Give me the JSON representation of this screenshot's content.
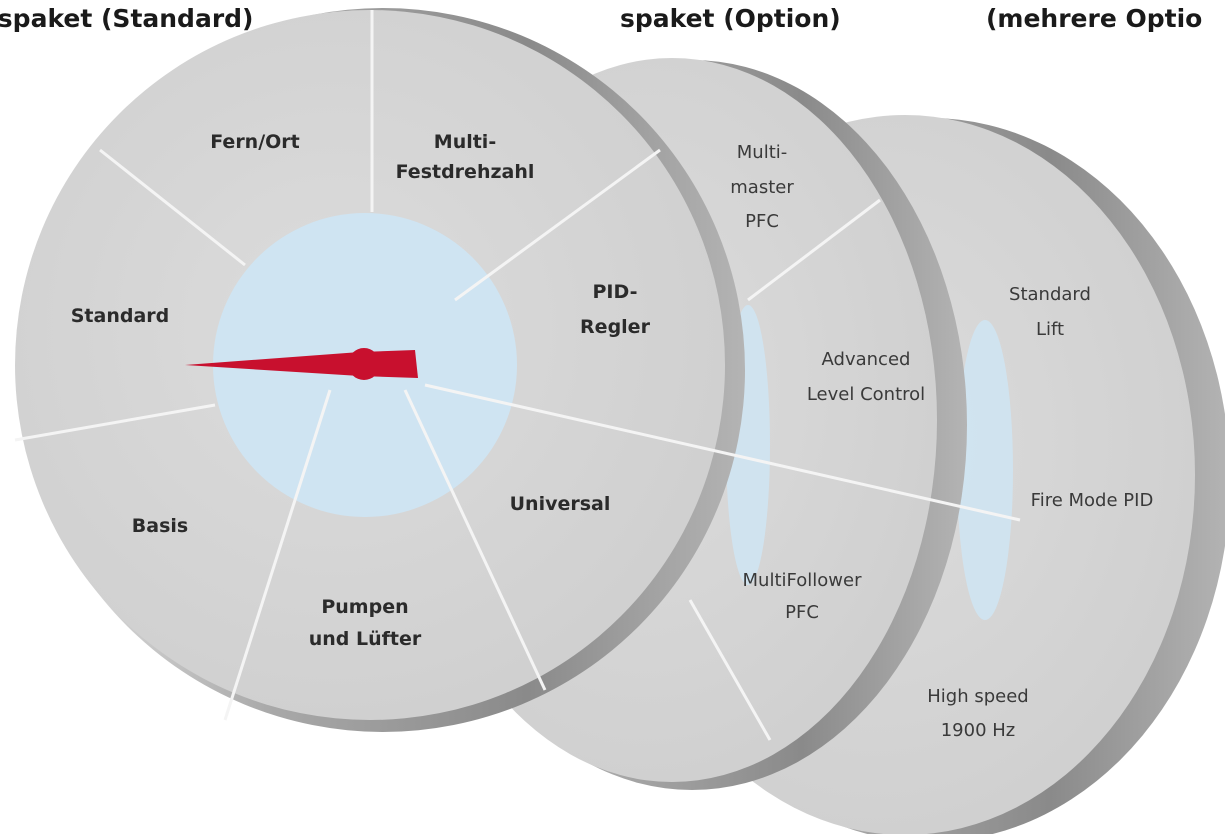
{
  "headers": {
    "left": "nspaket (Standard)",
    "middle": "spaket (Option)",
    "right": "(mehrere Optio"
  },
  "front_disk": {
    "segments": [
      {
        "lines": [
          "Fern/Ort"
        ]
      },
      {
        "lines": [
          "Multi-",
          "Festdrehzahl"
        ]
      },
      {
        "lines": [
          "PID-",
          "Regler"
        ]
      },
      {
        "lines": [
          "Universal"
        ]
      },
      {
        "lines": [
          "Pumpen",
          "und Lüfter"
        ]
      },
      {
        "lines": [
          "Basis"
        ]
      },
      {
        "lines": [
          "Standard"
        ]
      }
    ]
  },
  "middle_disk": {
    "segments": [
      {
        "lines": [
          "Multi-",
          "master",
          "PFC"
        ]
      },
      {
        "lines": [
          "Advanced",
          "Level Control"
        ]
      },
      {
        "lines": [
          "MultiFollower",
          "PFC"
        ]
      }
    ]
  },
  "back_disk": {
    "segments": [
      {
        "lines": [
          "Standard",
          "Lift"
        ]
      },
      {
        "lines": [
          "Fire Mode PID"
        ]
      },
      {
        "lines": [
          "High speed",
          "1900 Hz"
        ]
      }
    ]
  },
  "colors": {
    "disk_face": "#d4d4d4",
    "disk_edge": "#9a9a9a",
    "hub": "#cfe4f2",
    "pointer": "#c8102e",
    "divider": "#f4f4f4"
  }
}
